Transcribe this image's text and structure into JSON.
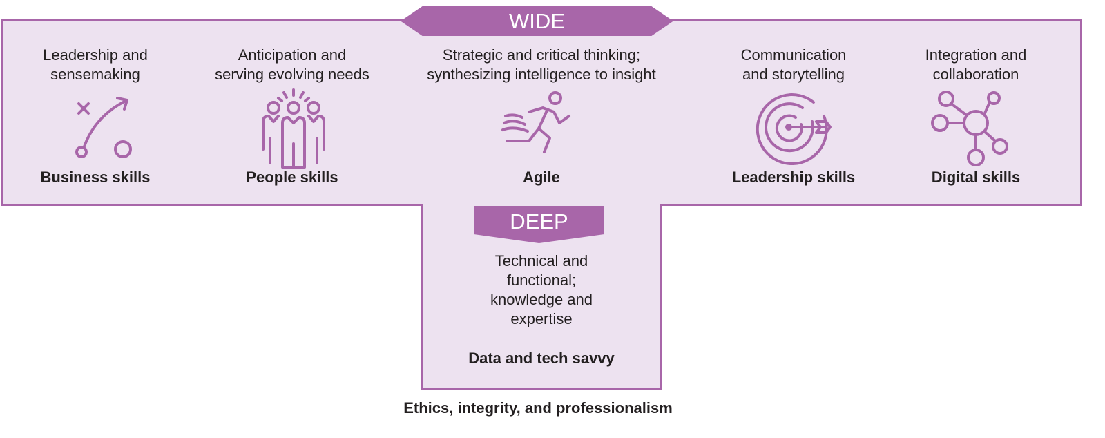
{
  "wide": {
    "title": "WIDE",
    "columns": [
      {
        "desc_lines": [
          "Leadership and",
          "sensemaking"
        ],
        "label": "Business skills",
        "icon": "strategy-play-icon"
      },
      {
        "desc_lines": [
          "Anticipation and",
          "serving evolving needs"
        ],
        "label": "People skills",
        "icon": "people-group-icon"
      },
      {
        "desc_lines": [
          "Strategic and critical thinking;",
          "synthesizing intelligence to insight"
        ],
        "label": "Agile",
        "icon": "running-person-icon"
      },
      {
        "desc_lines": [
          "Communication",
          "and storytelling"
        ],
        "label": "Leadership skills",
        "icon": "target-arrow-icon"
      },
      {
        "desc_lines": [
          "Integration and",
          "collaboration"
        ],
        "label": "Digital skills",
        "icon": "network-nodes-icon"
      }
    ]
  },
  "deep": {
    "title": "DEEP",
    "desc_lines": [
      "Technical and",
      "functional;",
      "knowledge and",
      "expertise"
    ],
    "label": "Data and tech savvy"
  },
  "footer": "Ethics, integrity, and professionalism",
  "colors": {
    "accent": "#a866a9",
    "fill": "#ede2f0"
  }
}
